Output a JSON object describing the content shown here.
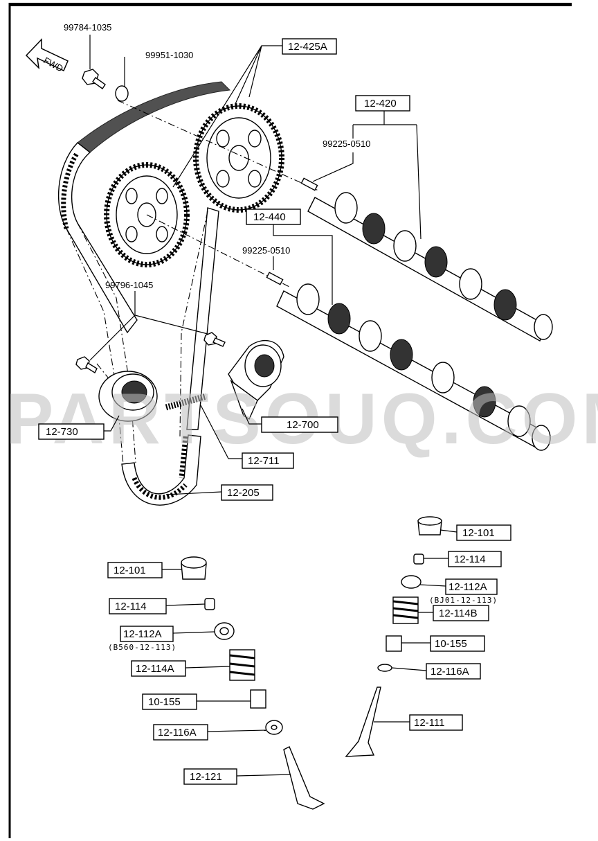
{
  "watermark": "PARTSOUQ.COM",
  "direction_label": "FWD",
  "upper_labels": {
    "bolt_top": "99784-1035",
    "washer_top": "99951-1030",
    "pulleys": "12-425A",
    "camshaft_exhaust": "12-420",
    "pin_upper": "99225-0510",
    "camshaft_intake": "12-440",
    "pin_lower": "99225-0510",
    "bolts_tensioner": "99796-1045",
    "idler": "12-730",
    "tensioner": "12-700",
    "spring": "12-711",
    "belt": "12-205"
  },
  "right_valve_labels": {
    "tappet": "12-101",
    "lock": "12-114",
    "seat_upper": "12-112A",
    "seat_upper_note": "(BJ01-12-113)",
    "spring": "12-114B",
    "seal": "10-155",
    "seat_lower": "12-116A",
    "valve": "12-111"
  },
  "left_valve_labels": {
    "tappet": "12-101",
    "lock": "12-114",
    "seat_upper": "12-112A",
    "seat_upper_note": "(B560-12-113)",
    "spring": "12-114A",
    "seal": "10-155",
    "seat_lower": "12-116A",
    "valve": "12-121"
  }
}
